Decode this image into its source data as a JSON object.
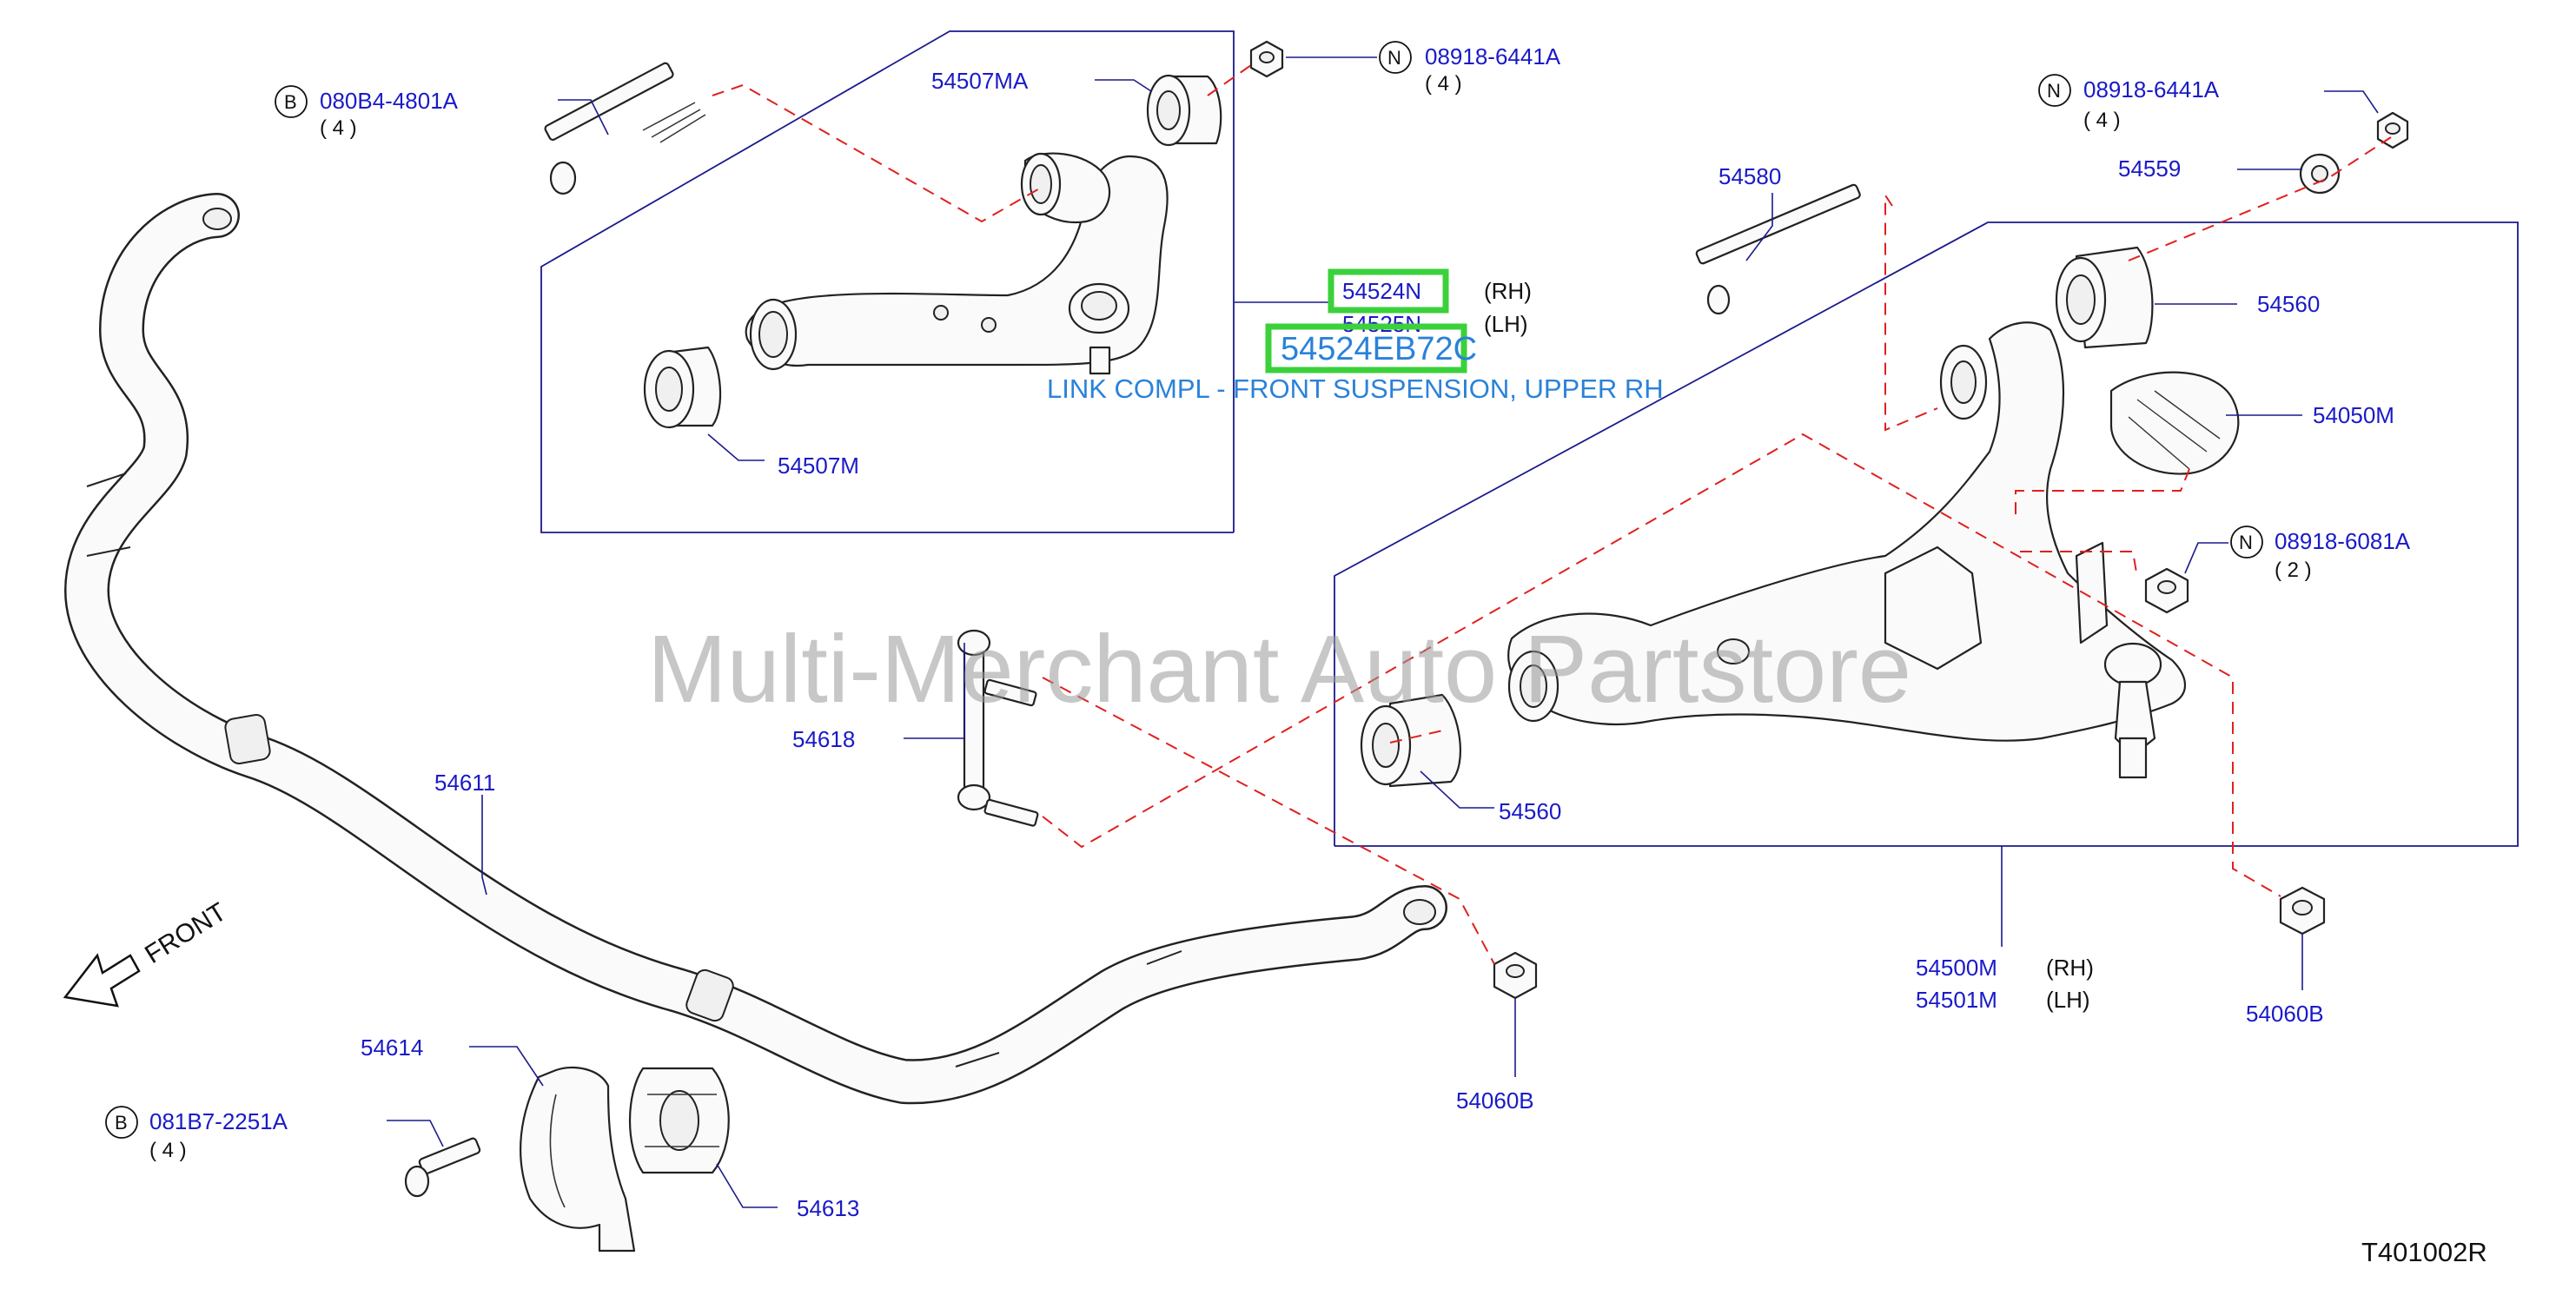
{
  "watermark": "Multi-Merchant Auto Partstore",
  "drawing_code": "T401002R",
  "front_label": "FRONT",
  "highlight": {
    "part_number": "54524EB72C",
    "description": "LINK COMPL - FRONT SUSPENSION, UPPER RH"
  },
  "callouts": {
    "c54507MA": "54507MA",
    "c54507M": "54507M",
    "c54524N": "54524N",
    "c54524N_side": "(RH)",
    "c54525N": "54525N",
    "c54525N_side": "(LH)",
    "c080B4_prefix": "B",
    "c080B4": "080B4-4801A",
    "c080B4_qty": "( 4 )",
    "n_upper_prefix": "N",
    "n_upper": "08918-6441A",
    "n_upper_qty": "( 4 )",
    "n_right_prefix": "N",
    "n_right": "08918-6441A",
    "n_right_qty": "( 4 )",
    "c54559": "54559",
    "c54580": "54580",
    "c54560_top": "54560",
    "c54050M": "54050M",
    "n_6081_prefix": "N",
    "n_6081": "08918-6081A",
    "n_6081_qty": "( 2 )",
    "c54560_bottom": "54560",
    "c54618": "54618",
    "c54611": "54611",
    "c54060B_mid": "54060B",
    "c54060B_right": "54060B",
    "c54500M": "54500M",
    "c54500M_side": "(RH)",
    "c54501M": "54501M",
    "c54501M_side": "(LH)",
    "c54614": "54614",
    "c54613": "54613",
    "c081B7_prefix": "B",
    "c081B7": "081B7-2251A",
    "c081B7_qty": "( 4 )"
  },
  "colors": {
    "callout_text": "#1a1ac8",
    "leader_lines": "#1a1a8c",
    "dashed_lines": "#e02020",
    "highlight_box": "#3bd13b",
    "description_text": "#2a82d8"
  }
}
